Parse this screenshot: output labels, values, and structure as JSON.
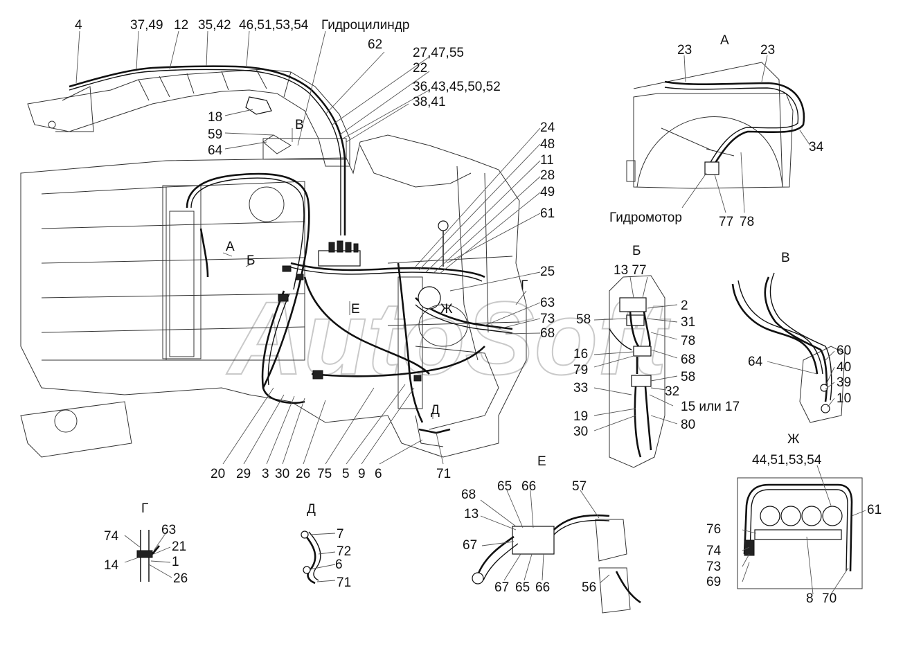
{
  "watermark": "AutoSoft",
  "main_labels": {
    "l4": "4",
    "l37_49": "37,49",
    "l12": "12",
    "l35_42": "35,42",
    "l46_51_53_54": "46,51,53,54",
    "gidrocilindr": "Гидроцилиндр",
    "l62": "62",
    "l27_47_55": "27,47,55",
    "l22": "22",
    "l36_43_45_50_52": "36,43,45,50,52",
    "l38_41": "38,41",
    "l18": "18",
    "l59": "59",
    "l64": "64",
    "secV": "В",
    "l24": "24",
    "l48": "48",
    "l11": "11",
    "l28": "28",
    "l49": "49",
    "l61": "61",
    "secA": "А",
    "secB": "Б",
    "secE": "Е",
    "secZh": "Ж",
    "secG": "Г",
    "secD": "Д",
    "l25": "25",
    "l63": "63",
    "l73": "73",
    "l68": "68",
    "b20": "20",
    "b29": "29",
    "b3": "3",
    "b30": "30",
    "b26": "26",
    "b75": "75",
    "b5": "5",
    "b9": "9",
    "b6": "6",
    "b71": "71"
  },
  "view_a": {
    "title": "А",
    "l23a": "23",
    "l23b": "23",
    "l34": "34",
    "gidromotor": "Гидромотор",
    "l77": "77",
    "l78": "78"
  },
  "view_b": {
    "title": "Б",
    "l13_77": "13 77",
    "l2": "2",
    "l58a": "58",
    "l31": "31",
    "l78": "78",
    "l16": "16",
    "l68": "68",
    "l79": "79",
    "l58b": "58",
    "l33": "33",
    "l32": "32",
    "l15_17": "15 или 17",
    "l19": "19",
    "l30": "30",
    "l80": "80"
  },
  "view_v": {
    "title": "В",
    "l60": "60",
    "l64": "64",
    "l40": "40",
    "l39": "39",
    "l10": "10"
  },
  "view_zh": {
    "title": "Ж",
    "l44": "44,51,53,54",
    "l61": "61",
    "l76": "76",
    "l74": "74",
    "l73": "73",
    "l69": "69",
    "l8": "8",
    "l70": "70"
  },
  "view_e": {
    "title": "Е",
    "l68": "68",
    "l65": "65",
    "l66": "66",
    "l57": "57",
    "l13": "13",
    "l67": "67",
    "b67": "67",
    "b65": "65",
    "b66": "66",
    "l56": "56"
  },
  "view_g": {
    "title": "Г",
    "l74": "74",
    "l63": "63",
    "l21": "21",
    "l14": "14",
    "l1": "1",
    "l26": "26"
  },
  "view_d": {
    "title": "Д",
    "l7": "7",
    "l72": "72",
    "l6": "6",
    "l71": "71"
  }
}
